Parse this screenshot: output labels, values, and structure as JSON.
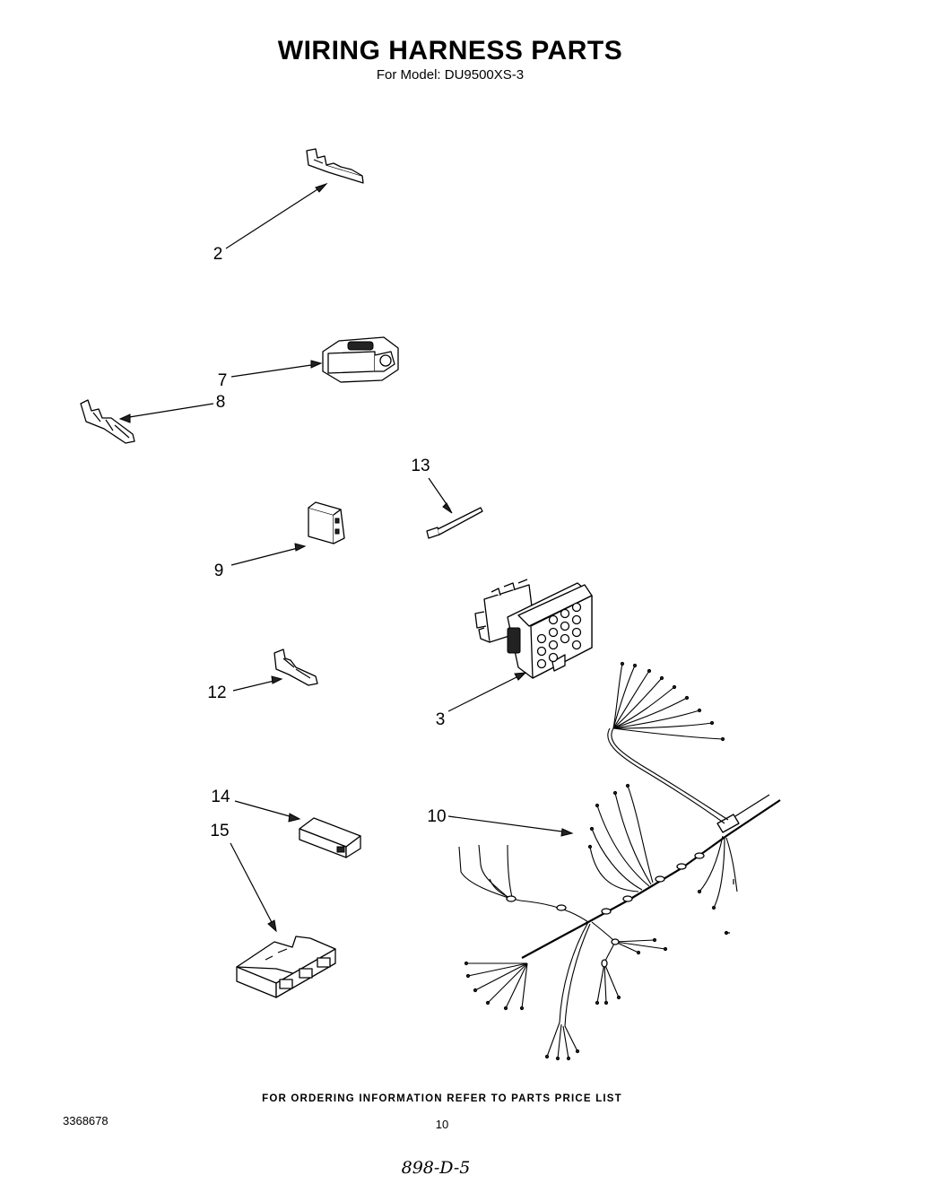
{
  "header": {
    "title": "WIRING HARNESS PARTS",
    "model_line": "For Model: DU9500XS-3"
  },
  "callouts": {
    "c2": "2",
    "c7": "7",
    "c8": "8",
    "c13": "13",
    "c9": "9",
    "c12": "12",
    "c3": "3",
    "c14": "14",
    "c15": "15",
    "c10": "10"
  },
  "footer": {
    "ordering_note": "FOR ORDERING INFORMATION REFER TO PARTS PRICE LIST",
    "doc_number": "3368678",
    "page_number": "10",
    "handwritten": "898-D-5"
  }
}
